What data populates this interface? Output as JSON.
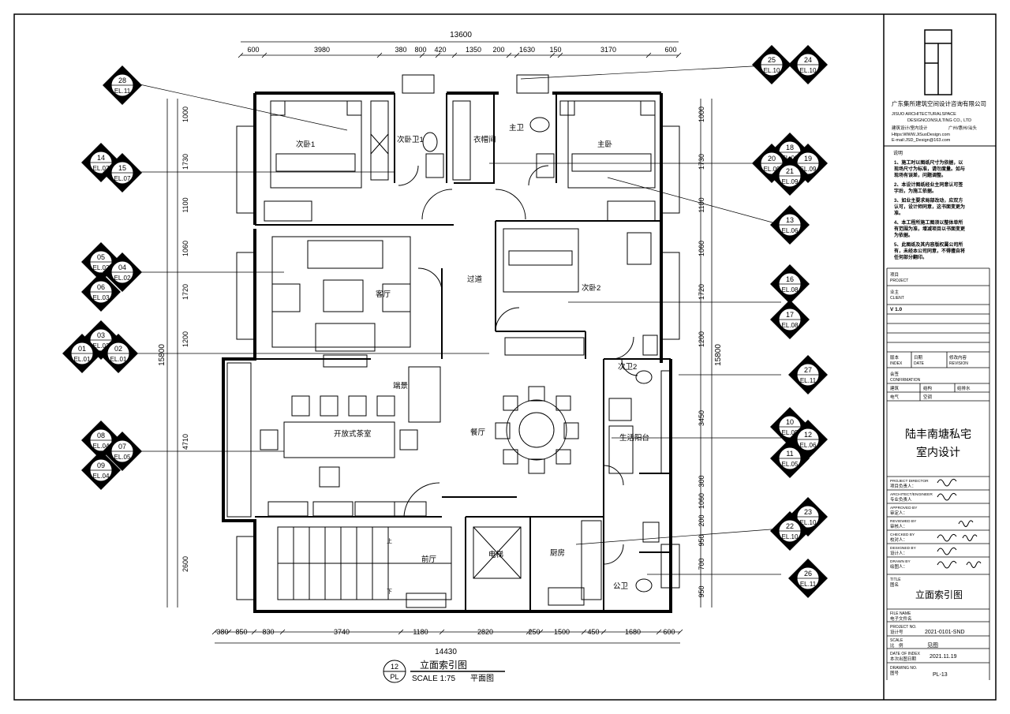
{
  "plan": {
    "top_overall": "13600",
    "top_dims": [
      "600",
      "3980",
      "380",
      "800",
      "420",
      "1350",
      "200",
      "1630",
      "150",
      "3170",
      "600"
    ],
    "bottom_overall": "14430",
    "bottom_dims": [
      "380",
      "850",
      "830",
      "3740",
      "1180",
      "2820",
      "250",
      "1500",
      "450",
      "1680",
      "600"
    ],
    "left_overall": "15800",
    "left_dims": [
      "1000",
      "1730",
      "1100",
      "1060",
      "1720",
      "1200",
      "4710",
      "2600"
    ],
    "right_overall": "15800",
    "right_dims": [
      "1000",
      "1730",
      "1100",
      "1060",
      "1720",
      "1200",
      "3450",
      "300",
      "1060",
      "200",
      "950",
      "700",
      "950"
    ],
    "rooms": {
      "bed1": "次卧1",
      "bath1": "次卧卫1",
      "closet": "衣帽间",
      "masterbath": "主卫",
      "master": "主卧",
      "living": "客厅",
      "corridor": "过道",
      "bed2": "次卧2",
      "bath2": "次卫2",
      "scene": "端景",
      "tea": "开放式茶室",
      "dining": "餐厅",
      "balcony": "生活阳台",
      "foyer": "前厅",
      "elevator": "电梯",
      "kitchen": "厨房",
      "publicbath": "公卫",
      "stair_up": "上",
      "stair_down": "下"
    },
    "markers": [
      {
        "top": "28",
        "bottom": "EL.11"
      },
      {
        "top": "25",
        "bottom": "EL.10"
      },
      {
        "top": "24",
        "bottom": "EL.10"
      },
      {
        "top": "14",
        "bottom": "EL.07"
      },
      {
        "top": "15",
        "bottom": "EL.07"
      },
      {
        "top": "18",
        "bottom": "EL.09"
      },
      {
        "top": "20",
        "bottom": "EL.09"
      },
      {
        "top": "19",
        "bottom": "EL.09"
      },
      {
        "top": "21",
        "bottom": "EL.09"
      },
      {
        "top": "13",
        "bottom": "EL.06"
      },
      {
        "top": "05",
        "bottom": "EL.02"
      },
      {
        "top": "04",
        "bottom": "EL.02"
      },
      {
        "top": "06",
        "bottom": "EL.03"
      },
      {
        "top": "16",
        "bottom": "EL.08"
      },
      {
        "top": "17",
        "bottom": "EL.08"
      },
      {
        "top": "03",
        "bottom": "EL.02"
      },
      {
        "top": "01",
        "bottom": "EL.01"
      },
      {
        "top": "02",
        "bottom": "EL.01"
      },
      {
        "top": "27",
        "bottom": "EL.11"
      },
      {
        "top": "08",
        "bottom": "EL.04"
      },
      {
        "top": "07",
        "bottom": "EL.05"
      },
      {
        "top": "09",
        "bottom": "EL.04"
      },
      {
        "top": "10",
        "bottom": "EL.05"
      },
      {
        "top": "12",
        "bottom": "EL.06"
      },
      {
        "top": "11",
        "bottom": "EL.05"
      },
      {
        "top": "23",
        "bottom": "EL.10"
      },
      {
        "top": "22",
        "bottom": "EL.10"
      },
      {
        "top": "26",
        "bottom": "EL.11"
      }
    ],
    "caption": {
      "number": "12",
      "sheet": "PL",
      "title": "立面索引图",
      "scale": "SCALE 1:75",
      "subtitle": "平面图"
    }
  },
  "title_block": {
    "company_cn": "广东集所建筑空间设计咨询有限公司",
    "company_en1": "JISUO ARCHITECTURALSPACE",
    "company_en2": "DESIGNCONSULTING CO., LTD",
    "contact_label": "建筑设计/室内设计",
    "contact_city": "广州/惠州/汕头",
    "website": "Https:WWW.JiSuoDesign.com",
    "email": "E-mail:JSD_Design@163.com",
    "notes_title": "说明",
    "notes": [
      "1、施工时以图纸尺寸为依据，以现场尺寸为标准，请勿度量。如与现场有误差，问题调整。",
      "2、本设计图纸经业主同意认可签字后，为施工依据。",
      "3、如业主要求局部改动，应双方认可，设计师同意，这书面变更为准。",
      "4、本工程所施工图须以整体单所有范围为准，增减项目以书面变更为依据。",
      "5、此图纸及其内容版权属公司所有，未经本公司同意，不得擅自将任何部分翻印。"
    ],
    "project_label": "项目",
    "project_label_en": "PROJECT",
    "client_label": "业主",
    "client_label_en": "CLIENT",
    "version": "V 1.0",
    "rev_cols": [
      "版本",
      "日期",
      "修改内容"
    ],
    "rev_cols_en": [
      "INDEX",
      "DATE",
      "REVISION"
    ],
    "confirm_label": "会签",
    "confirm_label_en": "CONFIRMATION",
    "disciplines": [
      "建筑",
      "结构",
      "给排水",
      "电气",
      "空调"
    ],
    "project_name1": "陆丰南塘私宅",
    "project_name2": "室内设计",
    "roles": [
      {
        "en": "PROJECT DIRECTOR",
        "cn": "项目负责人："
      },
      {
        "en": "ARCHITECT/ENGINEER",
        "cn": "专业负责人"
      },
      {
        "en": "APPROVED BY",
        "cn": "审定人："
      },
      {
        "en": "REVIEWED BY",
        "cn": "审核人："
      },
      {
        "en": "CHECKED BY",
        "cn": "校对人："
      },
      {
        "en": "DESIGNED BY",
        "cn": "设计人："
      },
      {
        "en": "DRAWN BY",
        "cn": "绘图人："
      }
    ],
    "title_label_en": "TITLE",
    "title_label": "图名",
    "drawing_title": "立面索引图",
    "file_name_label_en": "FILE NAME",
    "file_name_label": "电子文件名",
    "project_no_label_en": "PROJECT NO.",
    "project_no_label": "设计号",
    "project_no": "2021-0101-SND",
    "scale_label_en": "SCALE",
    "scale_label": "比　例",
    "scale_value": "见图",
    "date_label_en": "DATE OF INDEX",
    "date_label": "本次出图日期",
    "date_value": "2021.11.19",
    "drawing_no_label_en": "DRAWING NO.",
    "drawing_no_label": "图号",
    "drawing_no": "PL-13"
  }
}
